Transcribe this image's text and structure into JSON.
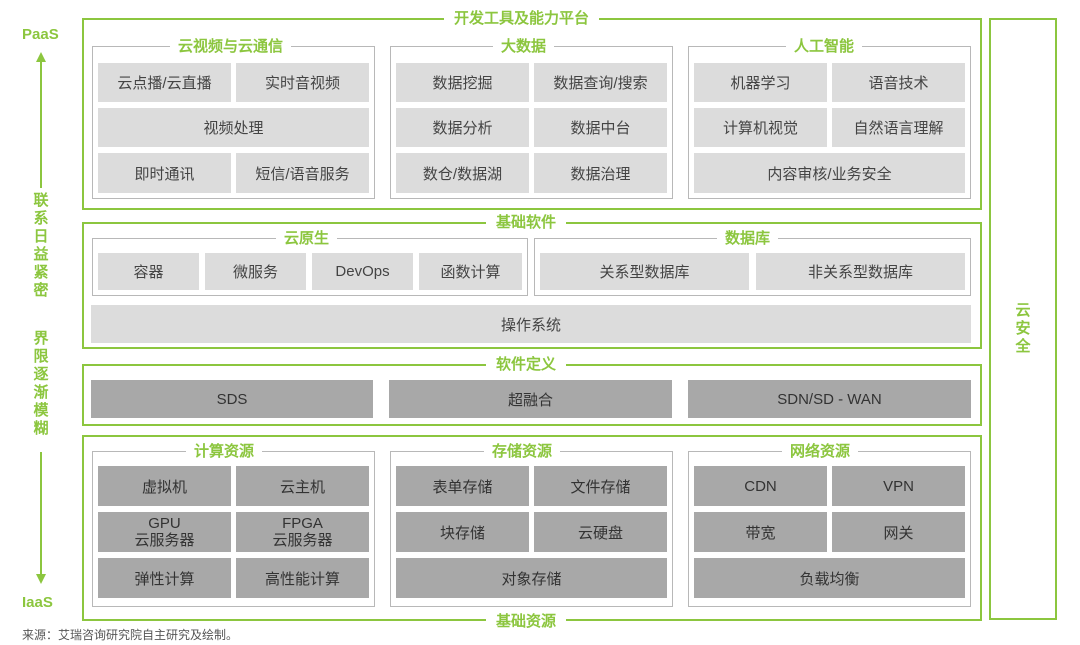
{
  "axis": {
    "top": "PaaS",
    "bottom": "IaaS",
    "label_upper": "联系日益紧密",
    "label_lower": "界限逐渐模糊"
  },
  "security": "云安全",
  "platform": {
    "title": "开发工具及能力平台",
    "video": {
      "title": "云视频与云通信",
      "items": [
        "云点播/云直播",
        "实时音视频",
        "视频处理",
        "即时通讯",
        "短信/语音服务"
      ]
    },
    "bigdata": {
      "title": "大数据",
      "items": [
        "数据挖掘",
        "数据查询/搜索",
        "数据分析",
        "数据中台",
        "数仓/数据湖",
        "数据治理"
      ]
    },
    "ai": {
      "title": "人工智能",
      "items": [
        "机器学习",
        "语音技术",
        "计算机视觉",
        "自然语言理解",
        "内容审核/业务安全"
      ]
    }
  },
  "base_software": {
    "title": "基础软件",
    "cloud_native": {
      "title": "云原生",
      "items": [
        "容器",
        "微服务",
        "DevOps",
        "函数计算"
      ]
    },
    "database": {
      "title": "数据库",
      "items": [
        "关系型数据库",
        "非关系型数据库"
      ]
    },
    "os": "操作系统"
  },
  "software_defined": {
    "title": "软件定义",
    "items": [
      "SDS",
      "超融合",
      "SDN/SD - WAN"
    ]
  },
  "base_resources": {
    "title": "基础资源",
    "compute": {
      "title": "计算资源",
      "items": [
        "虚拟机",
        "云主机",
        "GPU",
        "云服务器",
        "FPGA",
        "云服务器",
        "弹性计算",
        "高性能计算"
      ]
    },
    "storage": {
      "title": "存储资源",
      "items": [
        "表单存储",
        "文件存储",
        "块存储",
        "云硬盘",
        "对象存储"
      ]
    },
    "network": {
      "title": "网络资源",
      "items": [
        "CDN",
        "VPN",
        "带宽",
        "网关",
        "负载均衡"
      ]
    }
  },
  "source": "来源：艾瑞咨询研究院自主研究及绘制。"
}
